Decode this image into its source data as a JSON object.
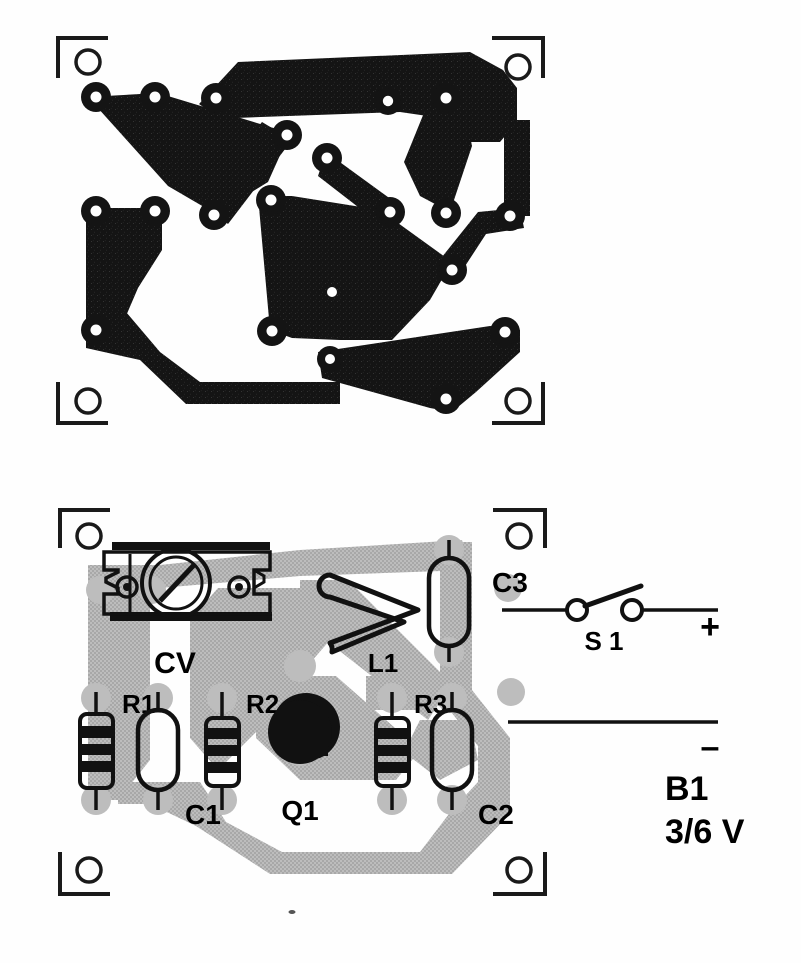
{
  "document": {
    "kind": "pcb-layout-and-component-placement-diagram",
    "title": "",
    "background_color": "#fefefe",
    "copper_color": "#141414",
    "trace_color": "#b4b4b4",
    "ink_color": "#000000"
  },
  "figures": [
    {
      "id": "copper-layout",
      "name": "copper-side-pcb-layout",
      "caption": "",
      "corner_marks": 4,
      "mount_holes": 4,
      "pad_count": 20
    },
    {
      "id": "component-placement",
      "name": "component-placement-overlay",
      "caption": "",
      "corner_marks": 4,
      "mount_holes": 4
    }
  ],
  "components": {
    "cv": {
      "label": "CV",
      "type": "variable-capacitor",
      "name": "trimmer-capacitor-cv"
    },
    "l1": {
      "label": "L1",
      "type": "air-coil-inductor",
      "name": "inductor-l1"
    },
    "c1": {
      "label": "C1",
      "type": "capacitor",
      "name": "capacitor-c1"
    },
    "c2": {
      "label": "C2",
      "type": "capacitor",
      "name": "capacitor-c2"
    },
    "c3": {
      "label": "C3",
      "type": "capacitor",
      "name": "capacitor-c3"
    },
    "r1": {
      "label": "R1",
      "type": "resistor",
      "name": "resistor-r1"
    },
    "r2": {
      "label": "R2",
      "type": "resistor",
      "name": "resistor-r2"
    },
    "r3": {
      "label": "R3",
      "type": "resistor",
      "name": "resistor-r3"
    },
    "q1": {
      "label": "Q1",
      "type": "transistor",
      "name": "transistor-q1"
    },
    "s1": {
      "label": "S 1",
      "type": "spst-switch",
      "name": "switch-s1"
    },
    "b1": {
      "label": "B1",
      "type": "battery",
      "name": "battery-b1"
    }
  },
  "annotations": {
    "battery_label": "B1",
    "battery_voltage": "3/6 V",
    "terminal_positive": "+",
    "terminal_negative": "–"
  }
}
